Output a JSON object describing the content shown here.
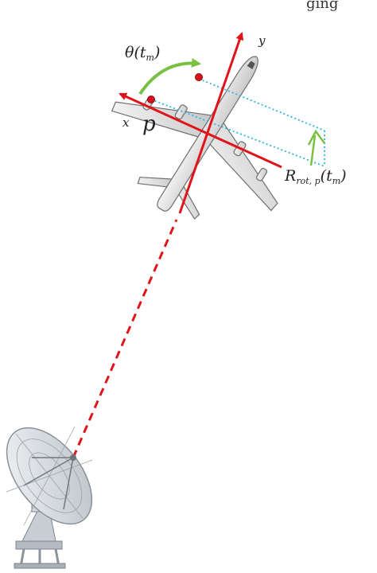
{
  "header": {
    "cropped_text": "ging"
  },
  "labels": {
    "x_axis": "x",
    "y_axis": "y",
    "point": "p",
    "theta_main": "θ(t",
    "theta_sub": "m",
    "theta_close": ")",
    "range_main": "R",
    "range_sub": "rot, p",
    "range_arg": "(t",
    "range_arg_sub": "m",
    "range_close": ")"
  },
  "colors": {
    "axis": "#e0141b",
    "los": "#e0141b",
    "rotation_arrow": "#7ac143",
    "projection": "#2bb3e8",
    "aircraft": "#d9d9d9",
    "aircraft_outline": "#6e6e6e",
    "scatter_point": "#d8121c"
  },
  "icons": {
    "aircraft": "airplane-icon",
    "radar": "radar-dish-icon"
  }
}
